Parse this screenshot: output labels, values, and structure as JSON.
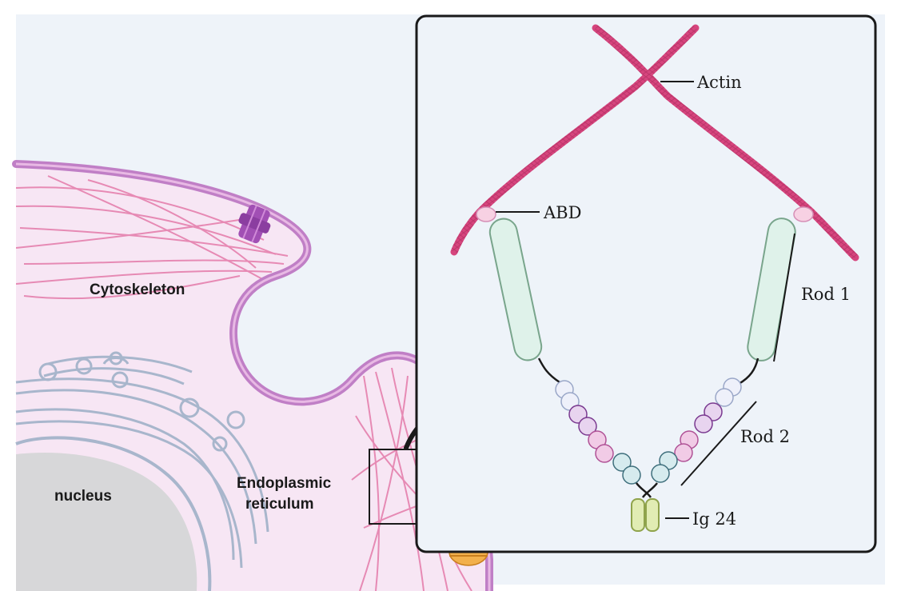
{
  "labels": {
    "cytoskeleton": "Cytoskeleton",
    "nucleus": "nucleus",
    "er_line1": "Endoplasmic",
    "er_line2": "reticulum",
    "actin": "Actin",
    "abd": "ABD",
    "rod1": "Rod 1",
    "rod2": "Rod 2",
    "ig24": "Ig 24"
  },
  "colors": {
    "background": "#eef3f9",
    "membrane": "#c07fc6",
    "cell_fill": "#f7e6f4",
    "actin": "#d6457e",
    "rod_fill": "#dff2ea",
    "rod_stroke": "#79a58c",
    "ig_fill": "#e1ecb3",
    "ig_stroke": "#8fa34b",
    "nucleus": "#d7d7d9",
    "er": "#a8b6cc"
  }
}
